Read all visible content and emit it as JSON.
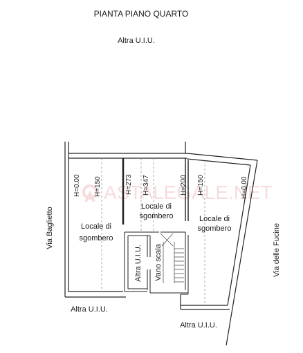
{
  "plan": {
    "title": "PIANTA PIANO QUARTO",
    "neighbors": {
      "top": "Altra U.I.U.",
      "bottom_left": "Altra U.I.U.",
      "bottom_right": "Altra U.I.U.",
      "inner": "Altra U.I.U."
    },
    "streets": {
      "left": "Via Baglietto",
      "right": "Via delle Fucine"
    },
    "rooms": {
      "left": [
        "Locale di",
        "sgombero"
      ],
      "middle": [
        "Locale di",
        "sgombero"
      ],
      "right": [
        "Locale di",
        "sgombero"
      ],
      "stair": "Vano scala"
    },
    "heights": {
      "h1": "H=0.00",
      "h2": "H=150",
      "h3": "H=273",
      "h4": "H=347",
      "h5": "H=200",
      "h6": "H=150",
      "h7": "H=0.00"
    },
    "watermark": "ASTALEGALE.NET"
  }
}
